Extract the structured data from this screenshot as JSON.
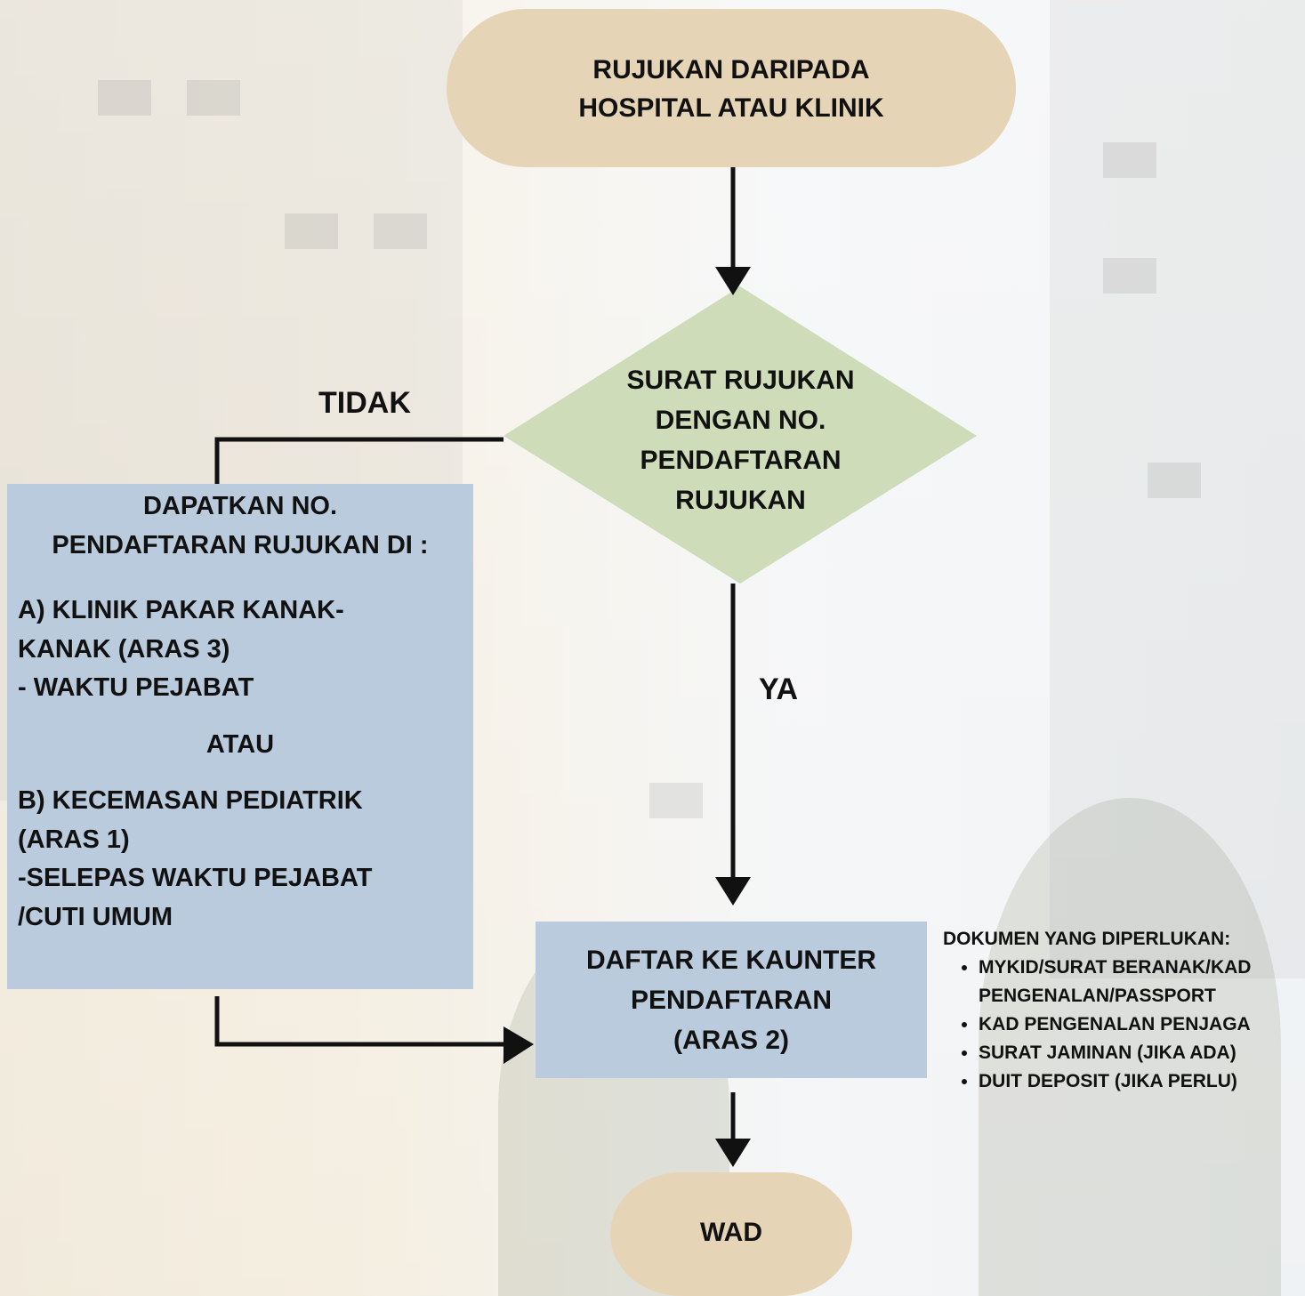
{
  "colors": {
    "terminal": "#e6d4b6",
    "decision": "#cfdcb9",
    "process": "#bacbdd",
    "line": "#111111"
  },
  "start": {
    "label": "RUJUKAN DARIPADA\nHOSPITAL ATAU KLINIK"
  },
  "decision": {
    "label": "SURAT RUJUKAN\nDENGAN NO.\nPENDAFTARAN\nRUJUKAN",
    "no_label": "TIDAK",
    "yes_label": "YA"
  },
  "left_box": {
    "heading": "DAPATKAN NO.\nPENDAFTARAN RUJUKAN DI :",
    "option_a": "A) KLINIK PAKAR KANAK-\nKANAK (ARAS 3)\n- WAKTU PEJABAT",
    "or": "ATAU",
    "option_b": "B) KECEMASAN PEDIATRIK\n(ARAS 1)\n -SELEPAS WAKTU PEJABAT\n/CUTI UMUM"
  },
  "register": {
    "label": "DAFTAR KE KAUNTER\nPENDAFTARAN\n(ARAS 2)"
  },
  "end": {
    "label": "WAD"
  },
  "documents": {
    "title": "DOKUMEN YANG DIPERLUKAN:",
    "items": [
      "MYKID/SURAT BERANAK/KAD PENGENALAN/PASSPORT",
      "KAD PENGENALAN PENJAGA",
      "SURAT JAMINAN (JIKA ADA)",
      "DUIT DEPOSIT (JIKA PERLU)"
    ]
  }
}
